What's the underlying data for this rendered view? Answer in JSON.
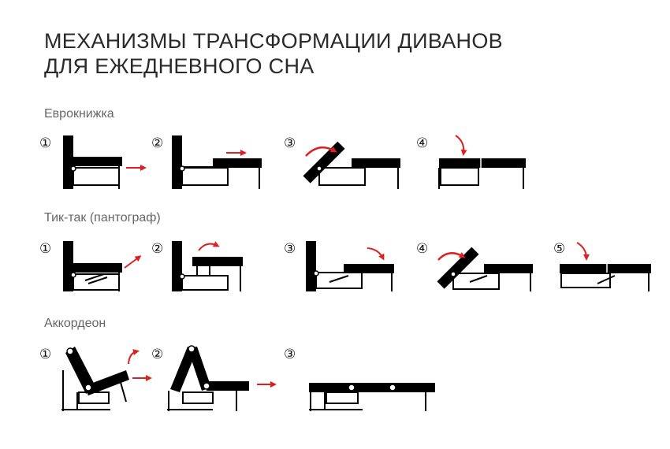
{
  "title": {
    "line1": "МЕХАНИЗМЫ ТРАНСФОРМАЦИИ ДИВАНОВ",
    "line2": "ДЛЯ ЕЖЕДНЕВНОГО СНА"
  },
  "sections": [
    {
      "label": "Еврокнижка",
      "steps": [
        "①",
        "②",
        "③",
        "④"
      ]
    },
    {
      "label": "Тик-так (пантограф)",
      "steps": [
        "①",
        "②",
        "③",
        "④",
        "⑤"
      ]
    },
    {
      "label": "Аккордеон",
      "steps": [
        "①",
        "②",
        "③"
      ]
    }
  ],
  "colors": {
    "ink": "#000000",
    "arrow": "#e02020",
    "label": "#666666"
  }
}
